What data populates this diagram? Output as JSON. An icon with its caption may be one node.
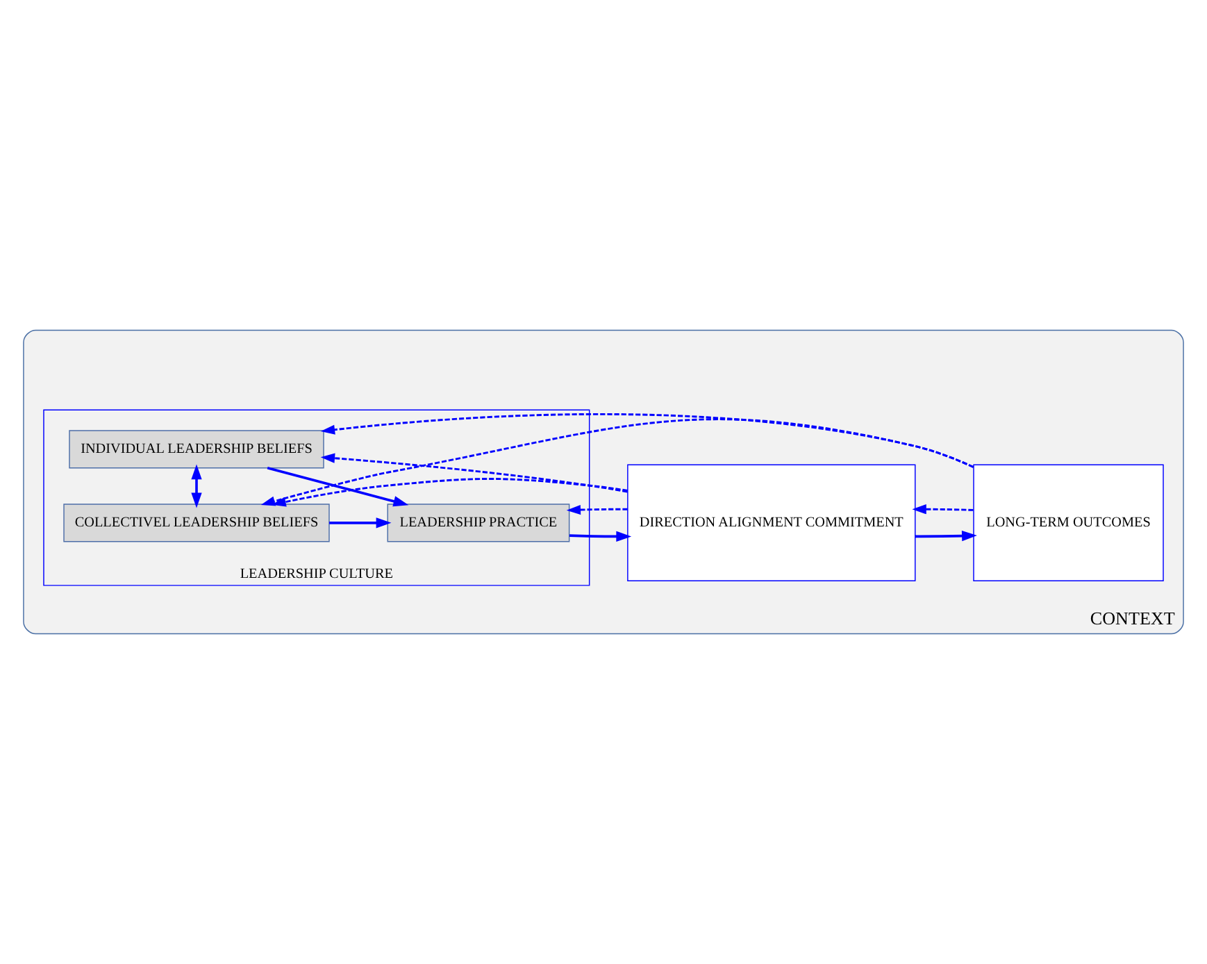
{
  "diagram": {
    "nodes": [
      {
        "text": [
          "CONTEXT"
        ]
      },
      {
        "text": [
          "LEADERSHIP CULTURE"
        ],
        "in": 0
      },
      {
        "text": [
          "INDIVIDUAL LEADERSHIP BELIEFS"
        ],
        "in": 1
      },
      {
        "text": [
          "LEADERSHIP PRACTICE"
        ],
        "in": 1
      },
      {
        "text": [
          "COLLECTIVEL LEADERSHIP BELIEFS"
        ],
        "in": 1
      },
      {
        "text": [
          "DIRECTION ALIGNMENT COMMITMENT"
        ],
        "in": 0
      },
      {
        "text": [
          "LONG-TERM OUTCOMES"
        ],
        "in": 0
      }
    ],
    "edges": [
      {
        "from": 2,
        "to": 3,
        "arrow": "to"
      },
      {
        "from": 4,
        "to": 3,
        "arrow": "to"
      },
      {
        "from": 2,
        "to": 4,
        "arrow": "both"
      },
      {
        "from": 3,
        "to": 5,
        "arrow": "to"
      },
      {
        "from": 5,
        "to": 6,
        "arrow": "to"
      },
      {
        "from": 6,
        "to": 5,
        "arrow": "to",
        "style": "dashed"
      },
      {
        "from": 5,
        "to": 3,
        "arrow": "to",
        "style": "dashed"
      },
      {
        "from": 5,
        "to": 2,
        "arrow": "to",
        "style": "dashed"
      },
      {
        "from": 6,
        "to": 2,
        "arrow": "to",
        "style": "dashed"
      },
      {
        "from": 5,
        "to": 4,
        "arrow": "to",
        "style": "dashed"
      },
      {
        "from": 6,
        "to": 4,
        "arrow": "to",
        "style": "dashed"
      }
    ]
  }
}
